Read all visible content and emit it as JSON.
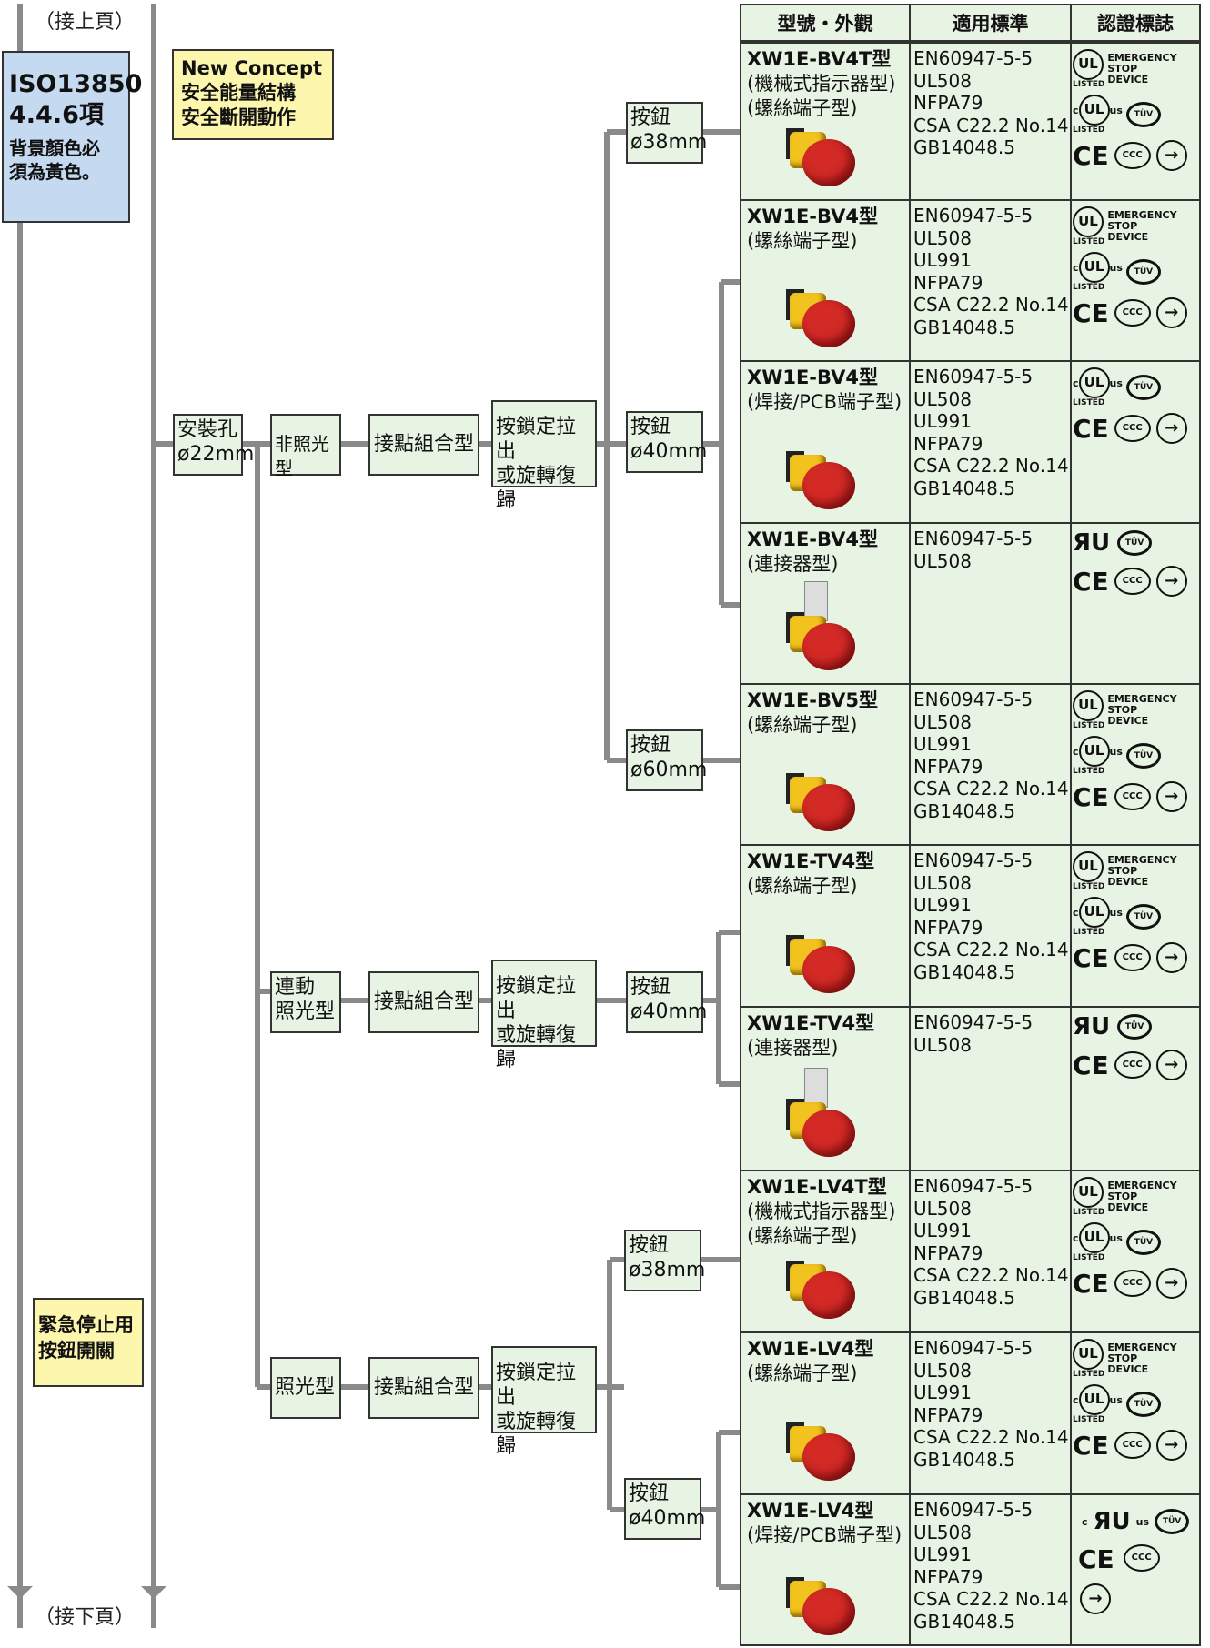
{
  "page": {
    "continued_from": "（接上頁）",
    "continued_to": "（接下頁）"
  },
  "iso_box": {
    "title": "ISO13850\n4.4.6項",
    "text": "背景顏色必\n須為黃色。"
  },
  "concept_box": {
    "text": "New Concept\n安全能量結構\n安全斷開動作"
  },
  "category_box": {
    "text": "緊急停止用\n按鈕開關"
  },
  "tree": {
    "mount": "安裝孔\nø22mm",
    "types": [
      "非照光型",
      "連動\n照光型",
      "照光型"
    ],
    "contact": "接點組合型",
    "reset": "按鎖定拉出\n或旋轉復歸",
    "buttons": [
      "按鈕\nø38mm",
      "按鈕\nø40mm",
      "按鈕\nø60mm",
      "按鈕\nø40mm",
      "按鈕\nø38mm",
      "按鈕\nø40mm"
    ]
  },
  "table": {
    "headers": [
      "型號・外觀",
      "適用標準",
      "認證標誌"
    ],
    "rows": [
      {
        "model": "XW1E-BV4T型",
        "desc": "(機械式指示器型)\n(螺絲端子型)",
        "standards": "EN60947-5-5\nUL508\nNFPA79\nCSA C22.2 No.14\nGB14048.5",
        "certs": "A"
      },
      {
        "model": "XW1E-BV4型",
        "desc": "(螺絲端子型)",
        "standards": "EN60947-5-5\nUL508\nUL991\nNFPA79\nCSA C22.2 No.14\nGB14048.5",
        "certs": "A"
      },
      {
        "model": "XW1E-BV4型",
        "desc": "(焊接/PCB端子型)",
        "standards": "EN60947-5-5\nUL508\nUL991\nNFPA79\nCSA C22.2 No.14\nGB14048.5",
        "certs": "B"
      },
      {
        "model": "XW1E-BV4型",
        "desc": "(連接器型)",
        "standards": "EN60947-5-5\nUL508",
        "certs": "C"
      },
      {
        "model": "XW1E-BV5型",
        "desc": "(螺絲端子型)",
        "standards": "EN60947-5-5\nUL508\nUL991\nNFPA79\nCSA C22.2 No.14\nGB14048.5",
        "certs": "A"
      },
      {
        "model": "XW1E-TV4型",
        "desc": "(螺絲端子型)",
        "standards": "EN60947-5-5\nUL508\nUL991\nNFPA79\nCSA C22.2 No.14\nGB14048.5",
        "certs": "A"
      },
      {
        "model": "XW1E-TV4型",
        "desc": "(連接器型)",
        "standards": "EN60947-5-5\nUL508",
        "certs": "C"
      },
      {
        "model": "XW1E-LV4T型",
        "desc": "(機械式指示器型)\n(螺絲端子型)",
        "standards": "EN60947-5-5\nUL508\nUL991\nNFPA79\nCSA C22.2 No.14\nGB14048.5",
        "certs": "A"
      },
      {
        "model": "XW1E-LV4型",
        "desc": "(螺絲端子型)",
        "standards": "EN60947-5-5\nUL508\nUL991\nNFPA79\nCSA C22.2 No.14\nGB14048.5",
        "certs": "A"
      },
      {
        "model": "XW1E-LV4型",
        "desc": "(焊接/PCB端子型)",
        "standards": "EN60947-5-5\nUL508\nUL991\nNFPA79\nCSA C22.2 No.14\nGB14048.5",
        "certs": "D"
      }
    ]
  },
  "cert_marks": {
    "ul": "UL",
    "listed": "LISTED",
    "emergency": "EMERGENCY\nSTOP\nDEVICE",
    "c": "c",
    "us": "us",
    "tuv": "TÜV",
    "ru": "ЯU",
    "ce": "CE",
    "ccc": "CCC",
    "arrow": "→"
  }
}
